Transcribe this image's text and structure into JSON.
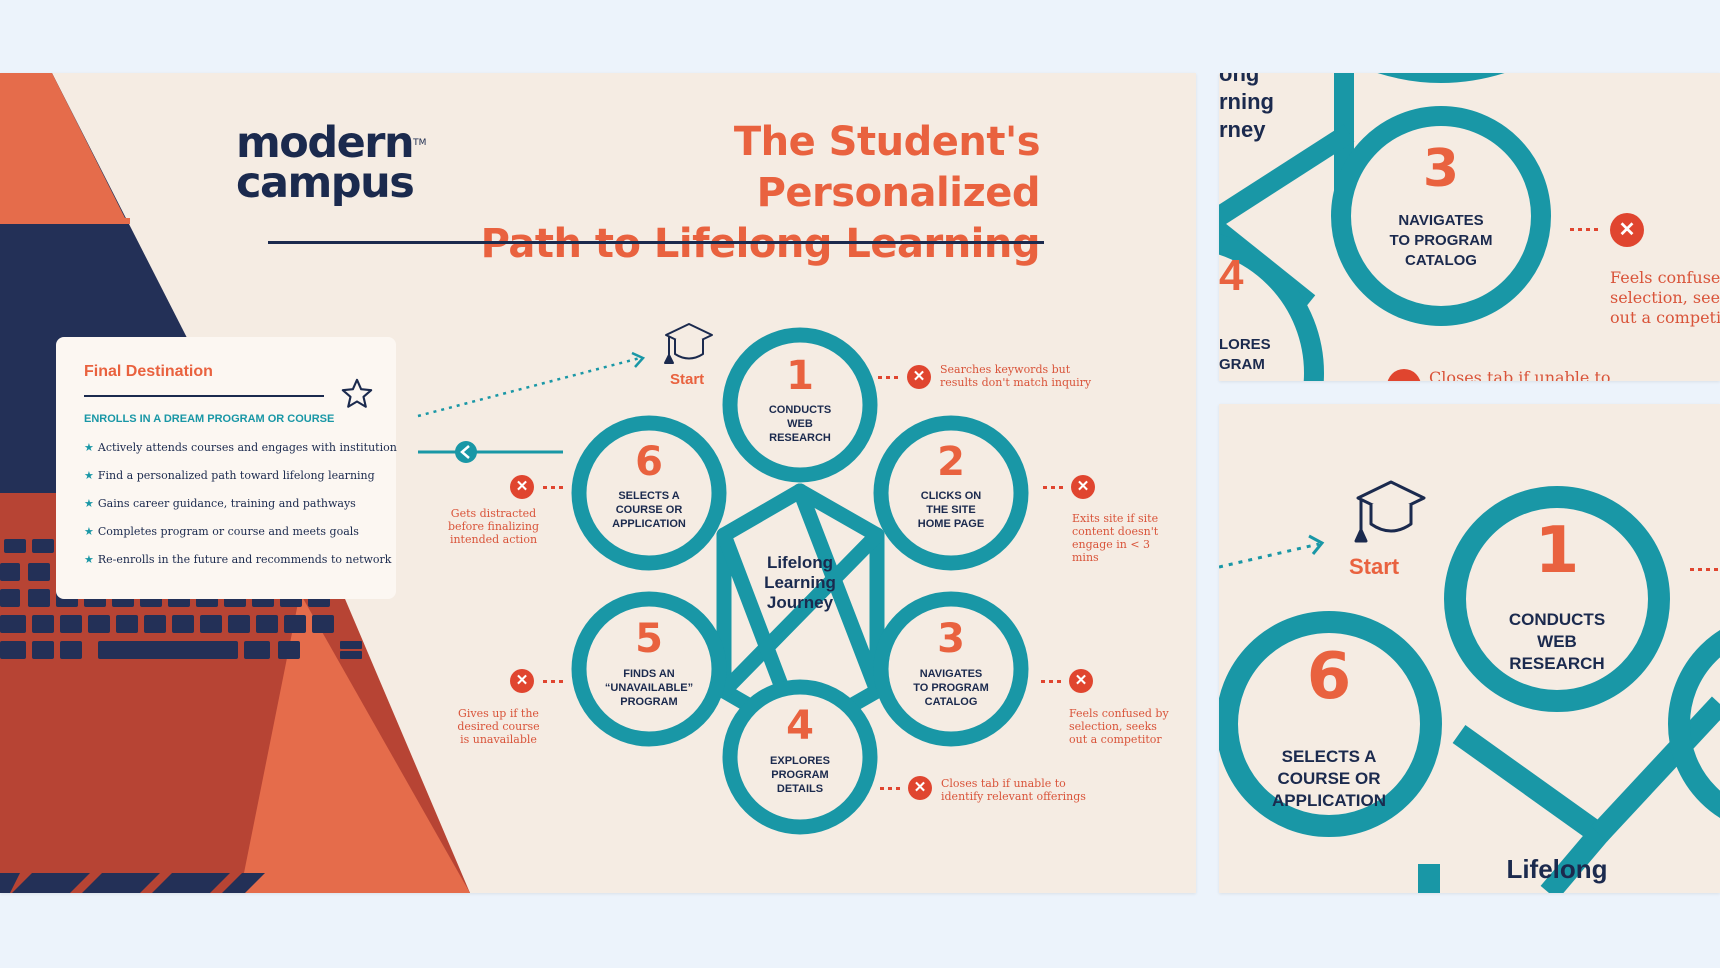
{
  "brand": {
    "logo_line1": "modern",
    "logo_line2": "campus",
    "logo_tm": "TM"
  },
  "title_line1": "The Student's Personalized",
  "title_line2": "Path to Lifelong Learning",
  "final_destination": {
    "title": "Final Destination",
    "subtitle": "ENROLLS IN A DREAM PROGRAM OR COURSE",
    "items": [
      "Actively attends courses and engages with institution",
      "Find a personalized path toward lifelong learning",
      "Gains career guidance, training and pathways",
      "Completes program or course and meets goals",
      "Re-enrolls in the future and recommends to network"
    ]
  },
  "start_label": "Start",
  "center": {
    "line1": "Lifelong",
    "line2": "Learning",
    "line3": "Journey"
  },
  "steps": [
    {
      "num": "1",
      "label_lines": [
        "CONDUCTS",
        "WEB",
        "RESEARCH"
      ],
      "exit": "Searches keywords but results don't match inquiry"
    },
    {
      "num": "2",
      "label_lines": [
        "CLICKS ON",
        "THE SITE",
        "HOME PAGE"
      ],
      "exit": "Exits site if site content doesn't engage in < 3 mins"
    },
    {
      "num": "3",
      "label_lines": [
        "NAVIGATES",
        "TO PROGRAM",
        "CATALOG"
      ],
      "exit": "Feels confused by selection, seeks out a competitor"
    },
    {
      "num": "4",
      "label_lines": [
        "EXPLORES",
        "PROGRAM",
        "DETAILS"
      ],
      "exit": "Closes tab if  unable to identify relevant offerings"
    },
    {
      "num": "5",
      "label_lines": [
        "FINDS AN",
        "“UNAVAILABLE”",
        "PROGRAM"
      ],
      "exit": "Gives up if the desired course is unavailable"
    },
    {
      "num": "6",
      "label_lines": [
        "SELECTS A",
        "COURSE OR",
        "APPLICATION"
      ],
      "exit": "Gets distracted before finalizing intended action"
    }
  ],
  "zoom1": {
    "partial_title": [
      "ong",
      "rning",
      "rney"
    ],
    "partial_step4": [
      "LORES",
      "GRAM"
    ],
    "partial_num4": "4",
    "exit3_lines": [
      "Feels confused",
      "selection, seeks",
      "out a competito"
    ],
    "exit4_partial": "Closes tab if  unable to"
  },
  "zoom2": {
    "center_partial": "Lifelong"
  },
  "colors": {
    "teal": "#1997a6",
    "orange": "#e9623f",
    "navy": "#1b2a4e",
    "cream": "#f5ece3",
    "red": "#e0452f"
  }
}
